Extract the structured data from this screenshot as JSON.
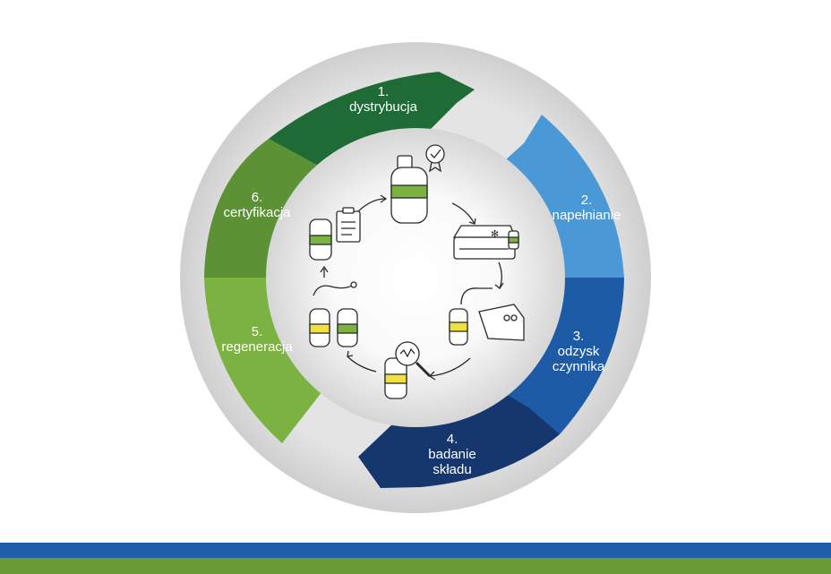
{
  "diagram": {
    "type": "process-cycle",
    "steps": [
      {
        "number": "1.",
        "name_lines": [
          "dystrybucja"
        ],
        "color": "#1f6b35"
      },
      {
        "number": "2.",
        "name_lines": [
          "napełnianie"
        ],
        "color": "#4a98d6"
      },
      {
        "number": "3.",
        "name_lines": [
          "odzysk",
          "czynnika"
        ],
        "color": "#1d5ba6"
      },
      {
        "number": "4.",
        "name_lines": [
          "badanie",
          "składu"
        ],
        "color": "#16376e"
      },
      {
        "number": "5.",
        "name_lines": [
          "regeneracja"
        ],
        "color": "#7cb241"
      },
      {
        "number": "6.",
        "name_lines": [
          "certyfikacja"
        ],
        "color": "#5c9136"
      }
    ],
    "icons": [
      "cylinder-certified-icon",
      "refrigeration-unit-icon",
      "recovery-machine-icon",
      "composition-analysis-icon",
      "regeneration-icon",
      "certification-clipboard-icon"
    ]
  },
  "colors": {
    "outer_ring": "#d9d9d9",
    "center_disc": "#ececec",
    "icon_stroke": "#2a2a2a",
    "icon_green": "#7cb241",
    "icon_yellow": "#f0e040",
    "footer_blue": "#1f5ea8",
    "footer_green": "#6a9a36"
  }
}
